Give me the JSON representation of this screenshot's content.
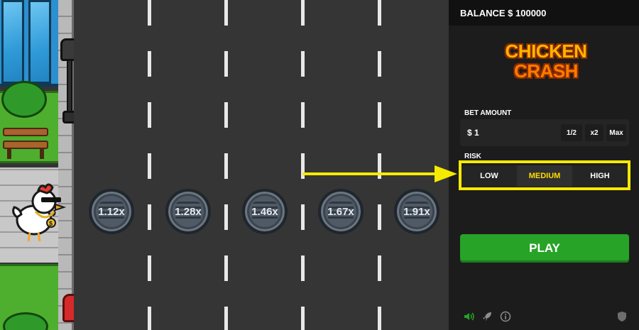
{
  "balance": {
    "label": "BALANCE $ 100000"
  },
  "logo": {
    "line1": "CHICKEN",
    "line2": "CRASH"
  },
  "bet": {
    "label": "BET AMOUNT",
    "currency": "$",
    "value": "1",
    "half_label": "1/2",
    "double_label": "x2",
    "max_label": "Max"
  },
  "risk": {
    "label": "RISK",
    "options": [
      "LOW",
      "MEDIUM",
      "HIGH"
    ],
    "selected": "MEDIUM"
  },
  "play": {
    "label": "PLAY"
  },
  "multipliers": [
    "1.12x",
    "1.28x",
    "1.46x",
    "1.67x",
    "1.91x"
  ],
  "colors": {
    "accent_yellow": "#f6ea00",
    "play_green": "#27a327",
    "selected_text": "#ffde00",
    "panel_bg": "#1c1c1c",
    "road": "#353535"
  },
  "footer_icons": [
    "sound-icon",
    "rocket-icon",
    "info-icon",
    "shield-icon"
  ]
}
